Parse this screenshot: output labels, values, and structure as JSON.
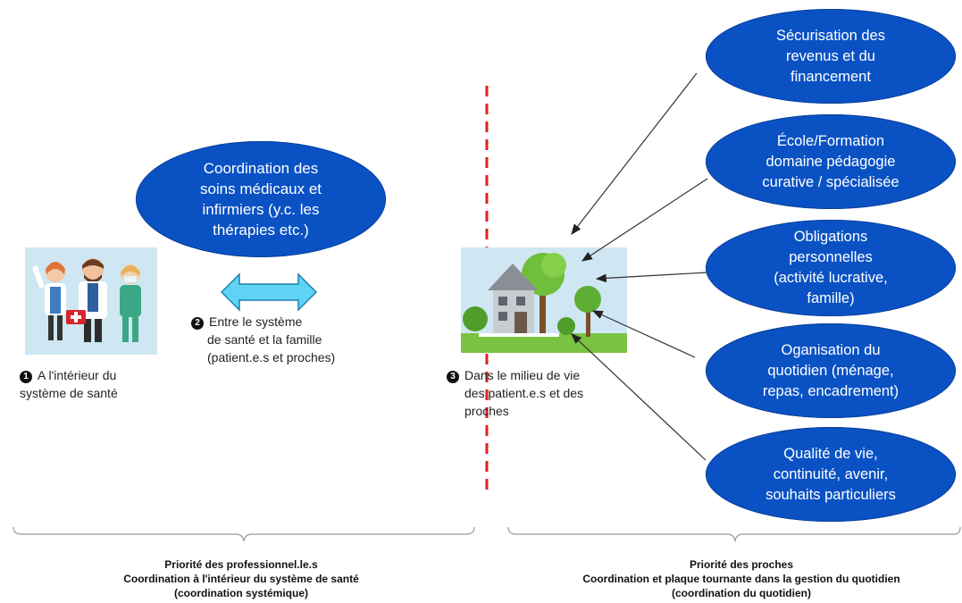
{
  "bubbles": {
    "coordination": "Coordination des\nsoins médicaux et\ninfirmiers (y.c. les\nthérapies etc.)",
    "revenus": "Sécurisation des\nrevenus et du\nfinancement",
    "ecole": "École/Formation\ndomaine pédagogie\ncurative / spécialisée",
    "obligations": "Obligations\npersonnelles\n(activité lucrative,\nfamille)",
    "organisation": "Oganisation du\nquotidien (ménage,\nrepas, encadrement)",
    "qualite": "Qualité de vie,\ncontinuité, avenir,\nsouhaits particuliers"
  },
  "steps": {
    "s1": {
      "num": "1",
      "line1": "A l'intérieur du",
      "line2": "système de santé"
    },
    "s2": {
      "num": "2",
      "line1": "Entre le système",
      "line2": "de santé et la famille",
      "line3": "(patient.e.s et proches)"
    },
    "s3": {
      "num": "3",
      "line1": "Dans le milieu de vie",
      "line2": "des patient.e.s et des",
      "line3": "proches"
    }
  },
  "captions": {
    "left": {
      "l1": "Priorité des professionnel.le.s",
      "l2": "Coordination à l'intérieur du système de santé",
      "l3": "(coordination systémique)"
    },
    "right": {
      "l1": "Priorité des proches",
      "l2": "Coordination et plaque tournante dans la gestion du quotidien",
      "l3": "(coordination du quotidien)"
    }
  },
  "colors": {
    "bubble": "#0a52c4",
    "arrow_cyan": "#5fd3f3",
    "divider": "#e02020",
    "panel_bg": "#cfe6f3"
  },
  "icons": {
    "healthcare_team": "medical-team-illustration",
    "home_scene": "house-trees-illustration"
  }
}
